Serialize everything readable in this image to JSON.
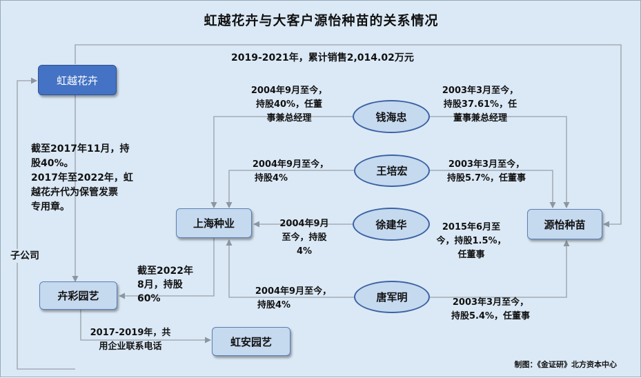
{
  "title": "虹越花卉与大客户源怡种苗的关系情况",
  "nodes": {
    "hongyue": "虹越花卉",
    "shanghai": "上海种业",
    "bencai": "卉彩园艺",
    "hongan": "虹安园艺",
    "yuanyi": "源怡种苗",
    "qian": "钱海忠",
    "wang": "王培宏",
    "xu": "徐建华",
    "tang": "唐军明"
  },
  "labels": {
    "top": "2019-2021年，累计销售2,014.02万元",
    "qian_left": [
      "2004年9月至今，",
      "持股40%，任董",
      "事兼总经理"
    ],
    "qian_right": [
      "2003年3月至今，",
      "持股37.61%，任",
      "董事兼总经理"
    ],
    "wang_left": [
      "2004年9月至今，",
      "持股4%"
    ],
    "wang_right": [
      "2003年3月至今，",
      "持股5.7%，任董事"
    ],
    "xu_left": [
      "2004年9月",
      "至今，持股",
      "4%"
    ],
    "xu_right": [
      "2015年6月至",
      "今，持股1.5%，",
      "任董事"
    ],
    "tang_left": [
      "2004年9月至今，",
      "持股4%"
    ],
    "tang_right": [
      "2003年3月至今，",
      "持股5.4%，任董事"
    ],
    "hongyue_to_bencai": [
      "截至2017年11月，持",
      "股40%。",
      "2017年至2022年，虹",
      "越花卉代为保管发票",
      "专用章。"
    ],
    "shanghai_to_bencai": [
      "截至2022年",
      "8月，持股",
      "60%"
    ],
    "phone": [
      "2017-2019年，共",
      "用企业联系电话"
    ],
    "subsidiary": "子公司"
  },
  "footer": "制图：《金证研》北方资本中心"
}
